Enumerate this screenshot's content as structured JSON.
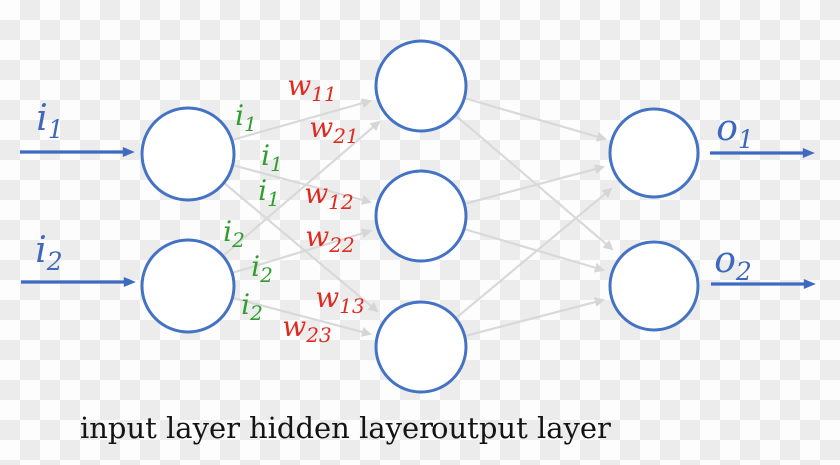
{
  "network": {
    "input_node_count": 2,
    "hidden_node_count": 3,
    "output_node_count": 2
  },
  "io_labels": {
    "i1": {
      "base": "i",
      "sub": "1"
    },
    "i2": {
      "base": "i",
      "sub": "2"
    },
    "o1": {
      "base": "o",
      "sub": "1"
    },
    "o2": {
      "base": "o",
      "sub": "2"
    }
  },
  "edge_labels": {
    "i1_h1": {
      "base": "i",
      "sub": "1"
    },
    "i1_h2": {
      "base": "i",
      "sub": "1"
    },
    "i1_h3": {
      "base": "i",
      "sub": "1"
    },
    "i2_h1": {
      "base": "i",
      "sub": "2"
    },
    "i2_h2": {
      "base": "i",
      "sub": "2"
    },
    "i2_h3": {
      "base": "i",
      "sub": "2"
    }
  },
  "weight_labels": {
    "w11": {
      "base": "w",
      "sub": "11"
    },
    "w21": {
      "base": "w",
      "sub": "21"
    },
    "w12": {
      "base": "w",
      "sub": "12"
    },
    "w22": {
      "base": "w",
      "sub": "22"
    },
    "w13": {
      "base": "w",
      "sub": "13"
    },
    "w23": {
      "base": "w",
      "sub": "23"
    }
  },
  "layer_captions": {
    "input": "input layer",
    "hidden": "hidden layer",
    "output": "output layer"
  },
  "colors": {
    "node_stroke_blue": "#4472c4",
    "io_arrow_blue": "#3f6ac1",
    "io_label_blue": "#3e68bd",
    "edge_gray": "#d9d9d9",
    "edge_label_green": "#2f9e2f",
    "weight_label_red": "#df2a1f",
    "caption_black": "#141414",
    "checker_light": "#fdfdfd",
    "checker_dark": "#ececec"
  }
}
